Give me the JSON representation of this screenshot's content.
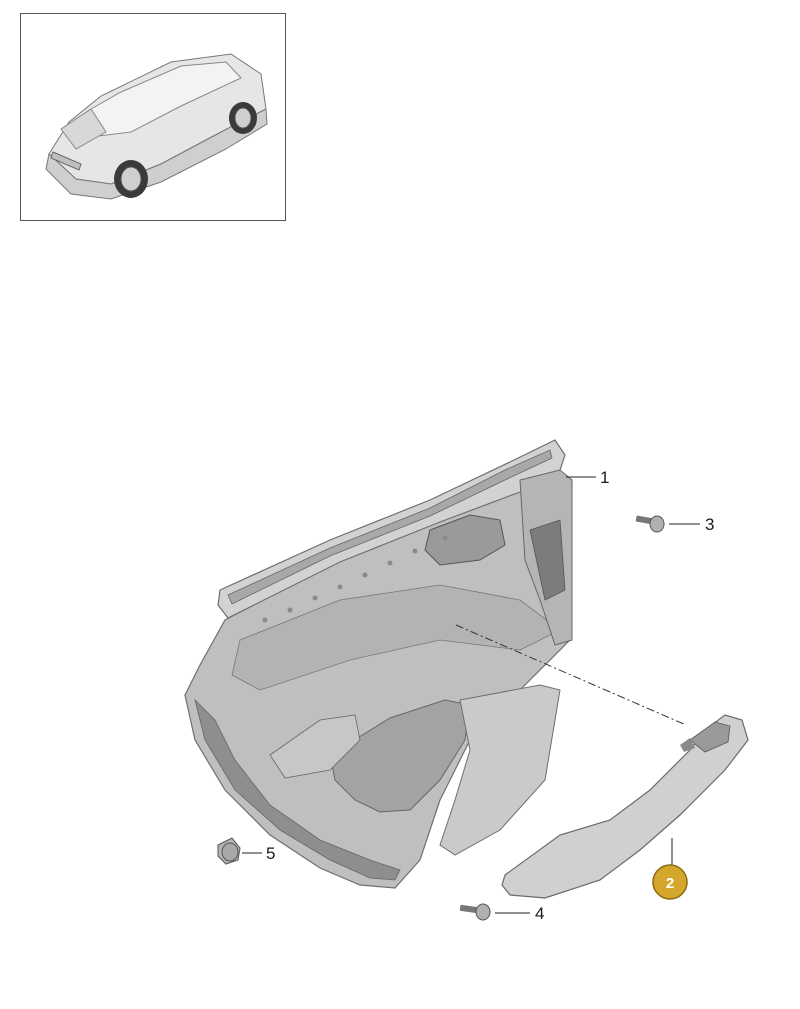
{
  "callouts": [
    {
      "id": "1",
      "label": "1",
      "highlighted": false
    },
    {
      "id": "2",
      "label": "2",
      "highlighted": true
    },
    {
      "id": "3",
      "label": "3",
      "highlighted": false
    },
    {
      "id": "4",
      "label": "4",
      "highlighted": false
    },
    {
      "id": "5",
      "label": "5",
      "highlighted": false
    }
  ],
  "colors": {
    "highlight_fill": "#D4A72C",
    "highlight_stroke": "#8A6A10",
    "part_gray": "#BDBDBD",
    "part_dark": "#8E8E8E"
  }
}
